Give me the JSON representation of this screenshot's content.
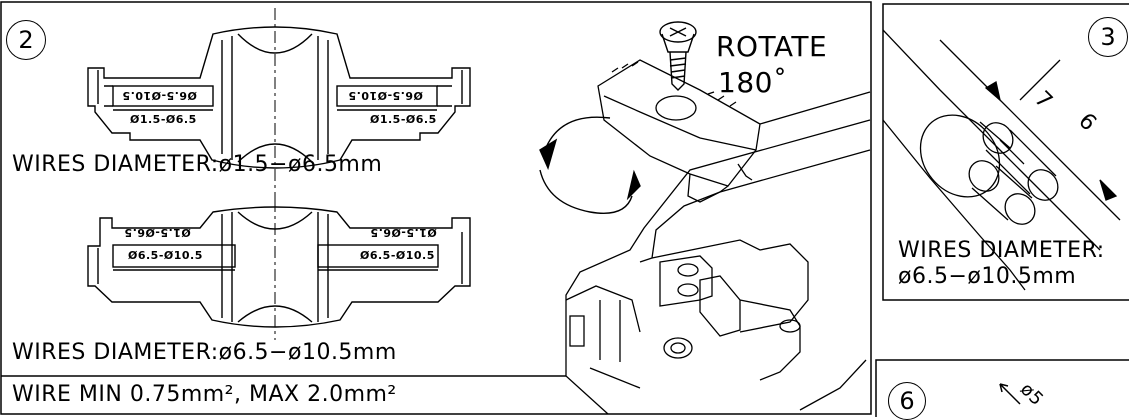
{
  "panel_2": {
    "number": "2",
    "rotate_line1": "ROTATE",
    "rotate_line2": "180˚",
    "clamp_top": {
      "left_mirrored": "Ø6.5-Ø10.5",
      "right_mirrored": "Ø6.5-Ø10.5",
      "left_label": "Ø1.5-Ø6.5",
      "right_label": "Ø1.5-Ø6.5"
    },
    "wires_diameter_small": "WIRES DIAMETER:ø1.5−ø6.5mm",
    "clamp_bottom": {
      "left_mirrored": "Ø1.5-Ø6.5",
      "right_mirrored": "Ø1.5-Ø6.5",
      "left_label": "Ø6.5-Ø10.5",
      "right_label": "Ø6.5-Ø10.5"
    },
    "wires_diameter_large": "WIRES DIAMETER:ø6.5−ø10.5mm",
    "wire_section": "WIRE MIN 0.75mm², MAX 2.0mm²"
  },
  "panel_3": {
    "number": "3",
    "dim_7": "7",
    "dim_6": "6",
    "caption_line1": "WIRES DIAMETER:",
    "caption_line2": "ø6.5−ø10.5mm"
  },
  "panel_6": {
    "number": "6",
    "dim_partial": "ø5"
  },
  "colors": {
    "line": "#000000",
    "background": "#ffffff"
  },
  "icons": [
    "screw-icon",
    "rotate-arrows-icon",
    "terminal-block-icon",
    "cable-end-icon"
  ]
}
